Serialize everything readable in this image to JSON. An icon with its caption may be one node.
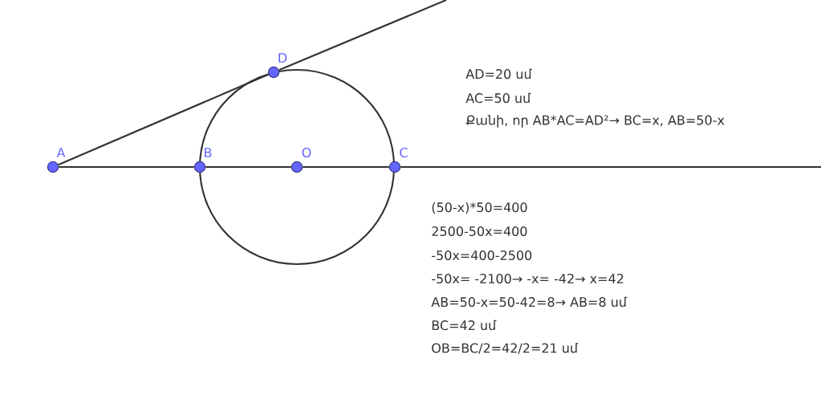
{
  "diagram": {
    "nodes": [
      {
        "text": [
          "A"
        ]
      },
      {
        "text": [
          "B"
        ]
      },
      {
        "text": [
          "O"
        ]
      },
      {
        "text": [
          "C"
        ]
      },
      {
        "text": [
          "D"
        ]
      }
    ],
    "edges": [
      {
        "from": 0,
        "to": 4,
        "arrow": "none"
      },
      {
        "from": 4,
        "to": null,
        "arrow": "none"
      },
      {
        "from": 0,
        "to": 1,
        "arrow": "none"
      },
      {
        "from": 1,
        "to": 2,
        "arrow": "none"
      },
      {
        "from": 2,
        "to": 3,
        "arrow": "none"
      },
      {
        "from": 3,
        "to": null,
        "arrow": "none"
      }
    ],
    "labels": [
      "AD=20 սմ",
      "AC=50 սմ",
      "Քանի, որ AB*AC=AD²→ BC=x, AB=50-x",
      "(50-x)*50=400",
      "2500-50x=400",
      "-50x=400-2500",
      "-50x= -2100→ -x= -42→ x=42",
      "AB=50-x=50-42=8→ AB=8 սմ",
      "BC=42 սմ",
      "OB=BC/2=42/2=21 սմ"
    ]
  }
}
